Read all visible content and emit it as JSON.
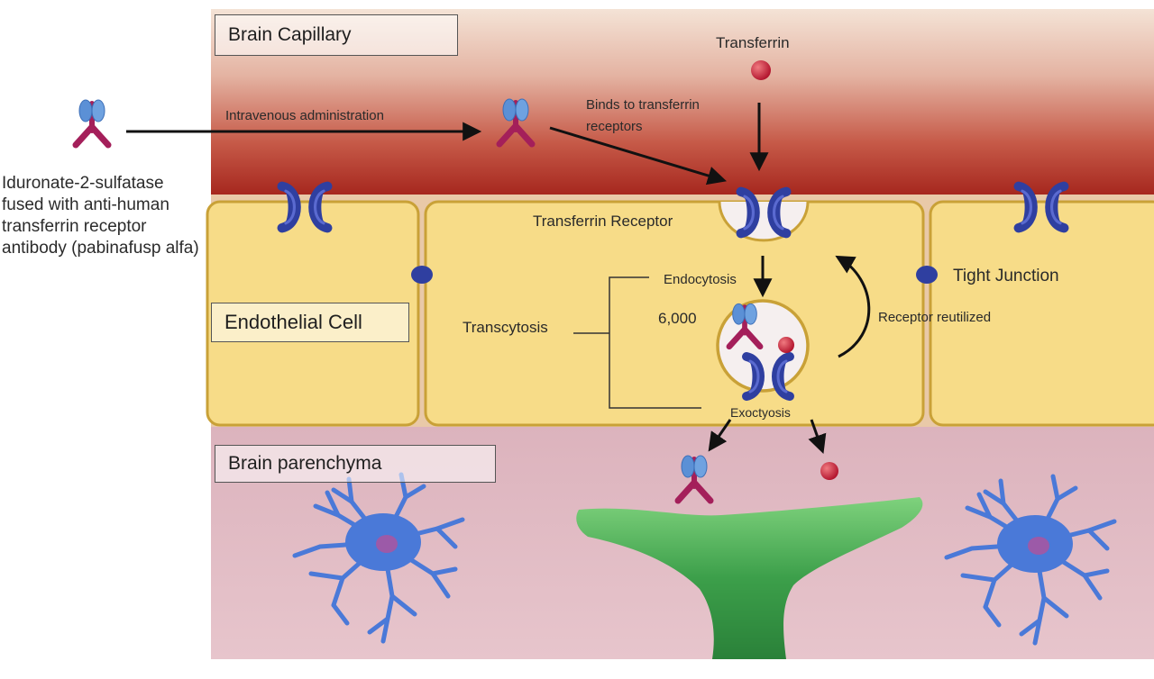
{
  "labels": {
    "brain_capillary": "Brain Capillary",
    "endothelial_cell": "Endothelial Cell",
    "brain_parenchyma": "Brain parenchyma",
    "transferrin": "Transferrin",
    "intravenous": "Intravenous administration",
    "binds_line1": "Binds to transferrin",
    "binds_line2": "receptors",
    "transferrin_receptor": "Transferrin Receptor",
    "tight_junction": "Tight Junction",
    "endocytosis": "Endocytosis",
    "transcytosis": "Transcytosis",
    "count": "6,000",
    "receptor_reutilized": "Receptor reutilized",
    "exocytosis": "Exoctyosis",
    "drug_description": "Iduronate-2-sulfatase fused with anti-human transferrin receptor antibody (pabinafusp alfa)"
  },
  "colors": {
    "capillary_light": "#f3dfd2",
    "capillary_dark": "#a8261e",
    "cell_fill": "#f7dc88",
    "cell_border": "#c9a137",
    "parenchyma": "#dcb0bb",
    "receptor": "#2f3fa0",
    "antibody_heavy": "#a41f5a",
    "antibody_light": "#5b90d6",
    "transferrin": "#c51e32",
    "astrocyte": "#4a79d8",
    "dendrite": "#3aa64c"
  },
  "icons": [
    "antibody-icon",
    "transferrin-receptor-icon",
    "transferrin-icon",
    "tight-junction-icon",
    "astrocyte-icon",
    "dendrite-icon"
  ]
}
